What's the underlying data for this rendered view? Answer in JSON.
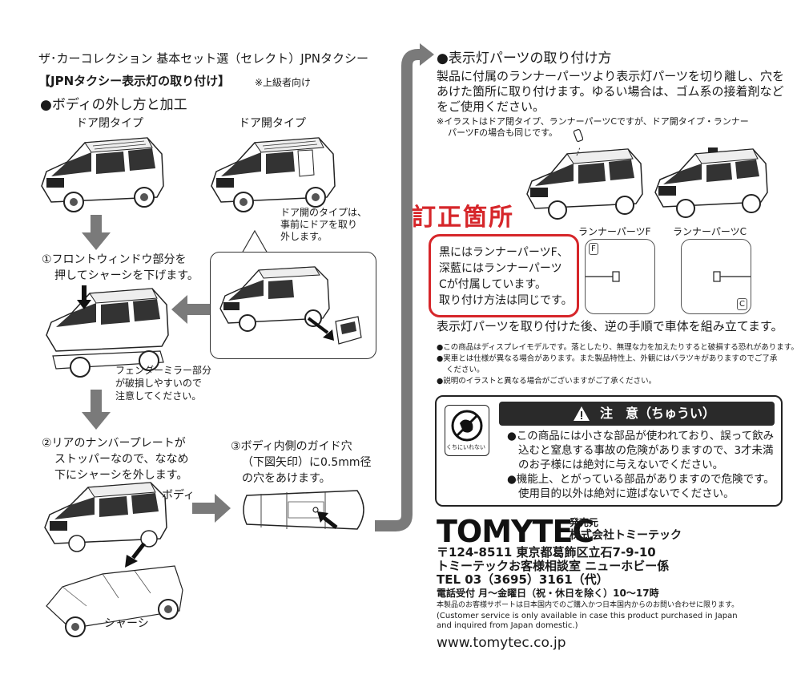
{
  "header": {
    "series_title": "ザ･カーコレクション 基本セット選（セレクト）JPNタクシー",
    "guide_title": "【JPNタクシー表示灯の取り付け】",
    "guide_note": "※上級者向け"
  },
  "left": {
    "section_title": "●ボディの外し方と加工",
    "label_door_closed": "ドア閉タイプ",
    "label_door_open": "ドア開タイプ",
    "door_open_note": [
      "ドア開のタイプは、",
      "事前にドアを取り",
      "外します。"
    ],
    "step1": [
      "①フロントウィンドウ部分を",
      "押してシャーシを下げます。"
    ],
    "fender_note": [
      "フェンダーミラー部分",
      "が破損しやすいので",
      "注意してください。"
    ],
    "step2": [
      "②リアのナンバープレートが",
      "ストッパーなので、ななめ",
      "下にシャーシを外します。"
    ],
    "step3": [
      "③ボディ内側のガイド穴",
      "（下図矢印）に0.5mm径",
      "の穴をあけます。"
    ],
    "label_body": "ボディ",
    "label_chassis": "シャーシ"
  },
  "right": {
    "section_title": "●表示灯パーツの取り付け方",
    "intro": [
      "製品に付属のランナーパーツより表示灯パーツを切り離し、穴を",
      "あけた箇所に取り付けます。ゆるい場合は、ゴム系の接着剤など",
      "をご使用ください。"
    ],
    "illustration_note": [
      "※イラストはドア閉タイプ、ランナーパーツCですが、ドア開タイプ・ランナー",
      "パーツFの場合も同じです。"
    ],
    "correction_title": "訂正箇所",
    "correction_text": [
      "黒にはランナーパーツF、",
      "深藍にはランナーパーツ",
      "Cが付属しています。",
      "取り付け方法は同じです。"
    ],
    "runner_f_label": "ランナーパーツF",
    "runner_c_label": "ランナーパーツC",
    "runner_f_mark": "F",
    "runner_c_mark": "C",
    "after_text": "表示灯パーツを取り付けた後、逆の手順で車体を組み立てます。",
    "notes": [
      "●この商品はディスプレイモデルです。落としたり、無理な力を加えたりすると破損する恐れがあります。",
      "●実車とは仕様が異なる場合があります。また製品特性上、外観にはバラツキがありますのでご了承",
      "ください。",
      "●説明のイラストと異なる場合がございますがご了承ください。"
    ],
    "caution": {
      "header": "注　意（ちゅうい）",
      "icon_caption": "くちにいれない",
      "lines": [
        "●この商品には小さな部品が使われており、誤って飲み",
        "込むと窒息する事故の危険がありますので、3才未満",
        "のお子様には絶対に与えないでください。",
        "●機能上、とがっている部品がありますので危険です。",
        "使用目的以外は絶対に遊ばないでください。"
      ]
    },
    "company": {
      "logo": "TOMYTEC",
      "seller_label": "発売元",
      "seller_name": "株式会社トミーテック",
      "address": "〒124-8511 東京都葛飾区立石7-9-10",
      "dept": "トミーテックお客様相談室 ニューホビー係",
      "tel": "TEL 03（3695）3161（代）",
      "hours": "電話受付 月～金曜日（祝・休日を除く）10～17時",
      "support_jp": "本製品のお客様サポートは日本国内でのご購入かつ日本国内からのお問い合わせに限ります。",
      "support_en": [
        "(Customer service is only available in case this product purchased in Japan",
        "and inquired from Japan domestic.)"
      ],
      "url": "www.tomytec.co.jp"
    }
  },
  "colors": {
    "correction_red": "#d6262a",
    "arrow_gray": "#7a7a7a",
    "caution_dark": "#2a2a2a"
  }
}
